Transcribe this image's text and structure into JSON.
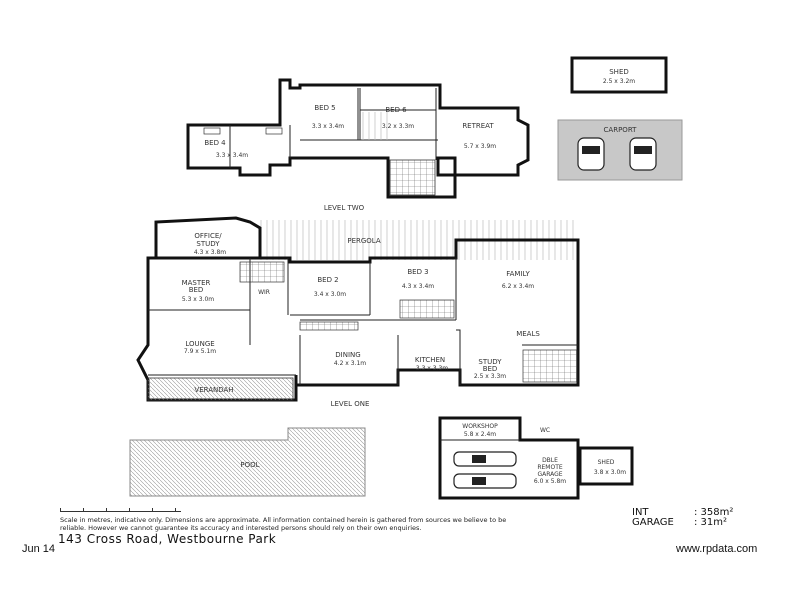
{
  "levels": {
    "level_two": "LEVEL TWO",
    "level_one": "LEVEL ONE"
  },
  "rooms": {
    "bed4": {
      "name": "BED 4",
      "size": "3.3 x 3.4m"
    },
    "bed5": {
      "name": "BED 5",
      "size": "3.3 x 3.4m"
    },
    "bed6": {
      "name": "BED 6",
      "size": "3.2 x 3.3m"
    },
    "retreat": {
      "name": "RETREAT",
      "size": "5.7 x 3.9m"
    },
    "shed_top": {
      "name": "SHED",
      "size": "2.5 x 3.2m"
    },
    "carport": {
      "name": "CARPORT"
    },
    "office": {
      "name": "OFFICE/",
      "name2": "STUDY",
      "size": "4.3 x 3.8m"
    },
    "pergola": {
      "name": "PERGOLA"
    },
    "master": {
      "name": "MASTER",
      "name2": "BED",
      "size": "5.3 x 3.0m"
    },
    "wir": {
      "name": "WIR"
    },
    "bed2": {
      "name": "BED 2",
      "size": "3.4 x 3.0m"
    },
    "bed3": {
      "name": "BED 3",
      "size": "4.3 x 3.4m"
    },
    "family": {
      "name": "FAMILY",
      "size": "6.2 x 3.4m"
    },
    "meals": {
      "name": "MEALS"
    },
    "lounge": {
      "name": "LOUNGE",
      "size": "7.9 x 5.1m"
    },
    "dining": {
      "name": "DINING",
      "size": "4.2 x 3.1m"
    },
    "kitchen": {
      "name": "KITCHEN",
      "size": "3.3 x 3.3m"
    },
    "study": {
      "name": "STUDY",
      "name2": "BED",
      "size": "2.5 x 3.3m"
    },
    "verandah": {
      "name": "VERANDAH"
    },
    "pool": {
      "name": "POOL"
    },
    "workshop": {
      "name": "WORKSHOP",
      "size": "5.8 x 2.4m"
    },
    "wc": {
      "name": "WC"
    },
    "garage": {
      "name": "DBLE",
      "name2": "REMOTE",
      "name3": "GARAGE",
      "size": "6.0 x 5.8m"
    },
    "shed_garage": {
      "name": "SHED",
      "size": "3.8 x 3.0m"
    }
  },
  "footer": {
    "disclaimer": "Scale in metres, indicative only. Dimensions are approximate. All information contained herein is gathered from sources we believe to be reliable. However we cannot guarantee its accuracy and interested persons should rely on their own enquiries.",
    "address": "143 Cross Road, Westbourne Park",
    "date": "Jun 14",
    "website": "www.rpdata.com",
    "int_label": "INT",
    "int_value": ": 358m²",
    "garage_label": "GARAGE",
    "garage_value": ": 31m²"
  },
  "colors": {
    "wall": "#111111",
    "carport_bg": "#c8c8c8",
    "hatch": "#888888"
  }
}
